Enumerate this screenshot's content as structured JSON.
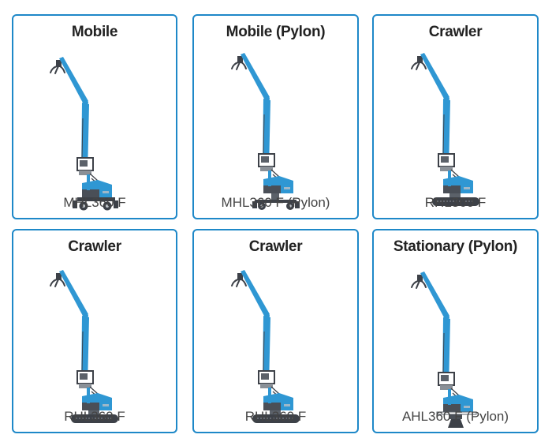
{
  "colors": {
    "border": "#1e88c8",
    "machine_blue": "#2f97d3",
    "machine_dark": "#4a4f57",
    "title": "#222222",
    "model": "#444444"
  },
  "cards": [
    {
      "title": "Mobile",
      "model": "MHL360 F",
      "base": "wheels",
      "icon": "mobile-material-handler-illustration"
    },
    {
      "title": "Mobile (Pylon)",
      "model": "MHL360 F (Pylon)",
      "base": "wheels-pylon",
      "icon": "mobile-pylon-material-handler-illustration"
    },
    {
      "title": "Crawler",
      "model": "RHL360 F",
      "base": "crawler",
      "icon": "crawler-material-handler-illustration"
    },
    {
      "title": "Crawler",
      "model": "RHL360 F",
      "base": "crawler",
      "icon": "crawler-material-handler-illustration"
    },
    {
      "title": "Crawler",
      "model": "RHL360 F",
      "base": "crawler",
      "icon": "crawler-material-handler-illustration"
    },
    {
      "title": "Stationary (Pylon)",
      "model": "AHL360 F (Pylon)",
      "base": "stationary",
      "icon": "stationary-pylon-material-handler-illustration"
    }
  ]
}
